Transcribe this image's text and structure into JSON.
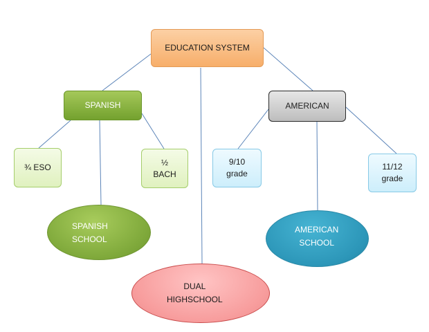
{
  "nodes": {
    "root": "EDUCATION SYSTEM",
    "spanish": "SPANISH",
    "american": "AMERICAN",
    "eso": "¾ ESO",
    "bach": "½\nBACH",
    "grade_9_10": "9/10\ngrade",
    "grade_11_12": "11/12\ngrade",
    "spanish_school": "SPANISH\nSCHOOL",
    "american_school": "AMERICAN\nSCHOOL",
    "dual_highschool": "DUAL\nHIGHSCHOOL"
  },
  "colors": {
    "connector": "#5b84b8",
    "root_fill": "#f9b77c",
    "spanish_fill": "#8ab443",
    "american_fill": "#d4d4d4",
    "green_leaf_fill": "#e9f5d2",
    "blue_leaf_fill": "#dcf3fc",
    "spanish_school_fill": "#86ad41",
    "american_school_fill": "#2f9bbd",
    "dual_fill": "#f9a8a8"
  }
}
